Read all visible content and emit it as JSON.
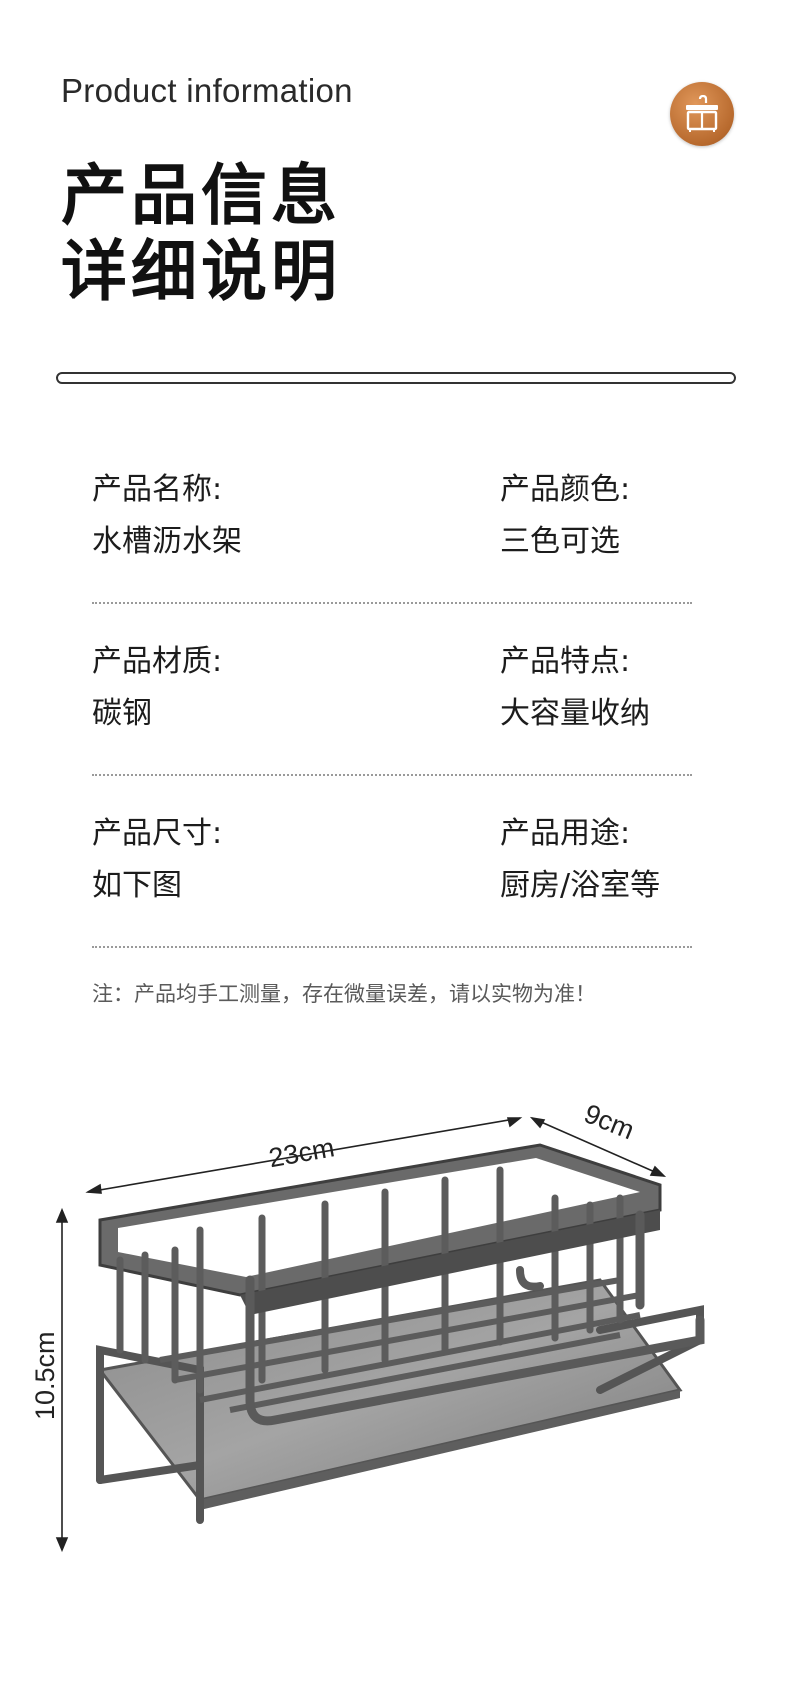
{
  "header": {
    "english_title": "Product information",
    "chinese_title_line1": "产品信息",
    "chinese_title_line2": "详细说明",
    "logo_icon": "sink-icon",
    "logo_color": "#c77a3a"
  },
  "info": [
    {
      "label": "产品名称:",
      "value": "水槽沥水架"
    },
    {
      "label": "产品颜色:",
      "value": "三色可选"
    },
    {
      "label": "产品材质:",
      "value": "碳钢"
    },
    {
      "label": "产品特点:",
      "value": "大容量收纳"
    },
    {
      "label": "产品尺寸:",
      "value": "如下图"
    },
    {
      "label": "产品用途:",
      "value": "厨房/浴室等"
    }
  ],
  "note": "注：产品均手工测量，存在微量误差，请以实物为准！",
  "dimensions": {
    "length": "23cm",
    "width": "9cm",
    "height": "10.5cm"
  }
}
